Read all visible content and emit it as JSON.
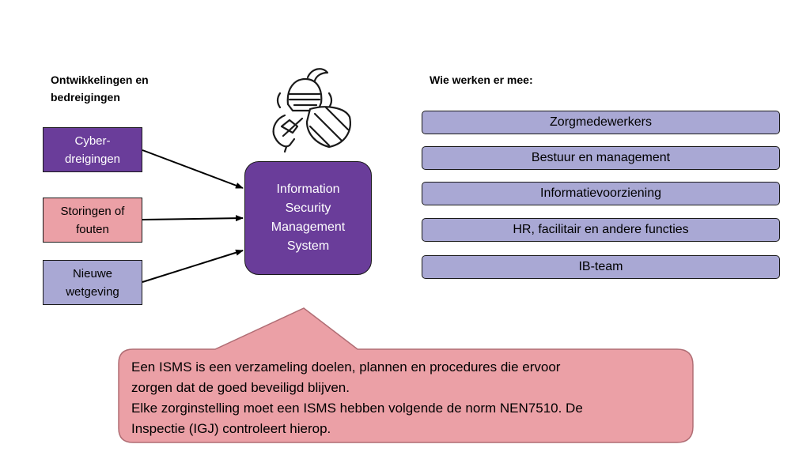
{
  "left_heading": {
    "line1": "Ontwikkelingen en",
    "line2": "bedreigingen"
  },
  "right_heading": "Wie werken er mee:",
  "threats": [
    {
      "line1": "Cyber-",
      "line2": "dreigingen",
      "color": "#6a3d9a",
      "text_color": "#ffffff"
    },
    {
      "line1": "Storingen of",
      "line2": "fouten",
      "color": "#eba0a6",
      "text_color": "#000000"
    },
    {
      "line1": "Nieuwe",
      "line2": "wetgeving",
      "color": "#a9a8d4",
      "text_color": "#000000"
    }
  ],
  "center": {
    "line1": "Information",
    "line2": "Security",
    "line3": "Management",
    "line4": "System",
    "color": "#6a3d9a"
  },
  "participants": [
    "Zorgmedewerkers",
    "Bestuur en management",
    "Informatievoorziening",
    "HR, facilitair en andere functies",
    "IB-team"
  ],
  "participant_color": "#a9a8d4",
  "callout": {
    "line1": "Een ISMS is een verzameling doelen, plannen en procedures die ervoor",
    "line2": "zorgen dat de goed beveiligd blijven.",
    "line3": "Elke zorginstelling moet een ISMS hebben volgende de norm NEN7510. De",
    "line4": "Inspectie (IGJ) controleert hierop.",
    "color": "#eba0a6"
  },
  "icon": "knight-with-shield-icon"
}
